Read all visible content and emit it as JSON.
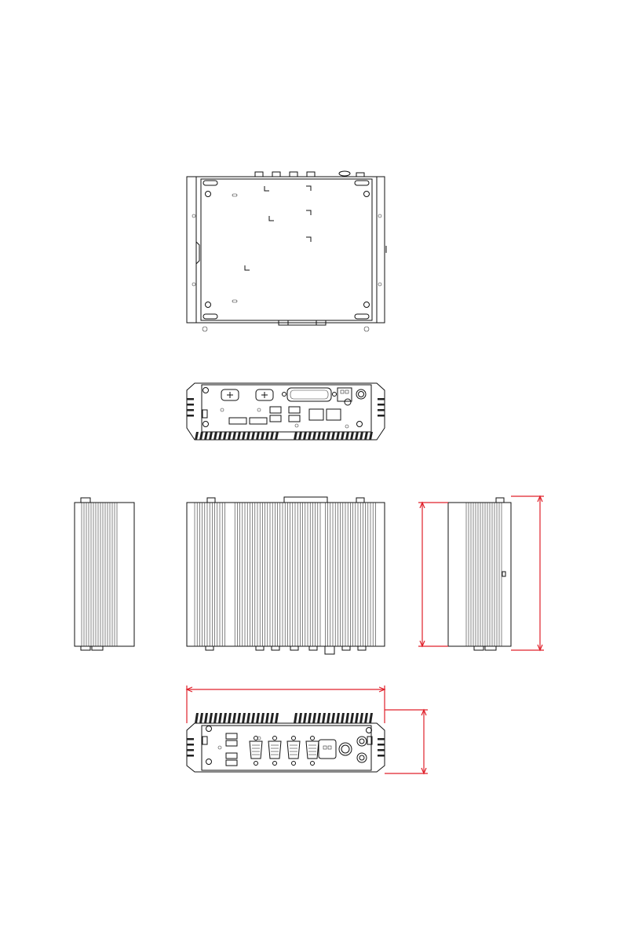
{
  "page": {
    "background": "#ffffff",
    "line_color": "#111111"
  },
  "views": {
    "top_view": {
      "name": "top-view"
    },
    "rear_view": {
      "name": "rear-view"
    },
    "left_side_view": {
      "name": "left-side-view"
    },
    "front_view": {
      "name": "front-view"
    },
    "right_side_view": {
      "name": "right-side-view"
    },
    "bottom_view": {
      "name": "bottom-view"
    }
  },
  "dimensions": {
    "color": "#e0202a",
    "labels": []
  }
}
